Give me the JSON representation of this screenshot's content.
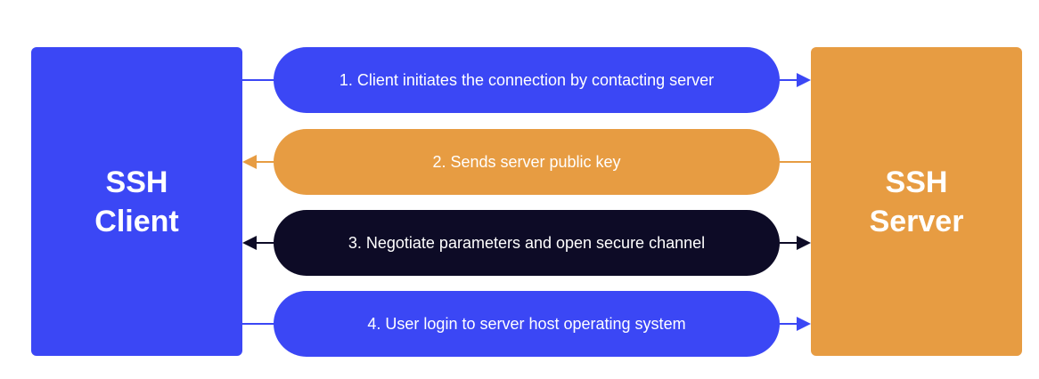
{
  "colors": {
    "blue": "#3b47f5",
    "orange": "#e79c42",
    "navy": "#0d0b26",
    "background": "#ffffff"
  },
  "client": {
    "line1": "SSH",
    "line2": "Client"
  },
  "server": {
    "line1": "SSH",
    "line2": "Server"
  },
  "steps": [
    {
      "label": "1. Client initiates the connection by contacting server",
      "direction": "client-to-server",
      "color": "blue"
    },
    {
      "label": "2. Sends server public key",
      "direction": "server-to-client",
      "color": "orange"
    },
    {
      "label": "3. Negotiate parameters and open secure channel",
      "direction": "bidirectional",
      "color": "navy"
    },
    {
      "label": "4. User login to server host operating system",
      "direction": "client-to-server",
      "color": "blue"
    }
  ]
}
